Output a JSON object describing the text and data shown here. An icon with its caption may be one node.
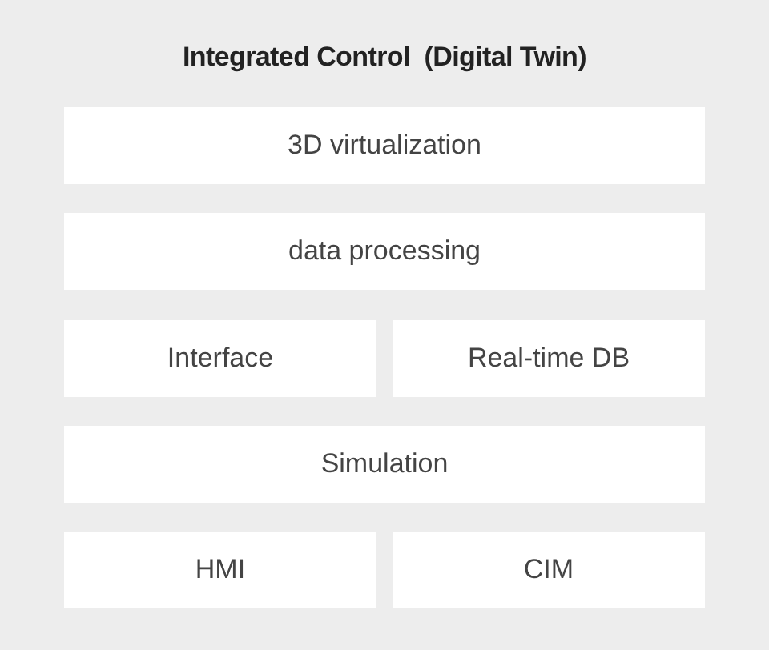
{
  "diagram": {
    "title": "Integrated Control  (Digital Twin)",
    "nodes": [
      {
        "text": [
          "3D virtualization"
        ]
      },
      {
        "text": [
          "data processing"
        ]
      },
      {
        "text": [
          "Interface"
        ]
      },
      {
        "text": [
          "Real-time DB"
        ]
      },
      {
        "text": [
          "Simulation"
        ]
      },
      {
        "text": [
          "HMI"
        ]
      },
      {
        "text": [
          "CIM"
        ]
      }
    ]
  }
}
